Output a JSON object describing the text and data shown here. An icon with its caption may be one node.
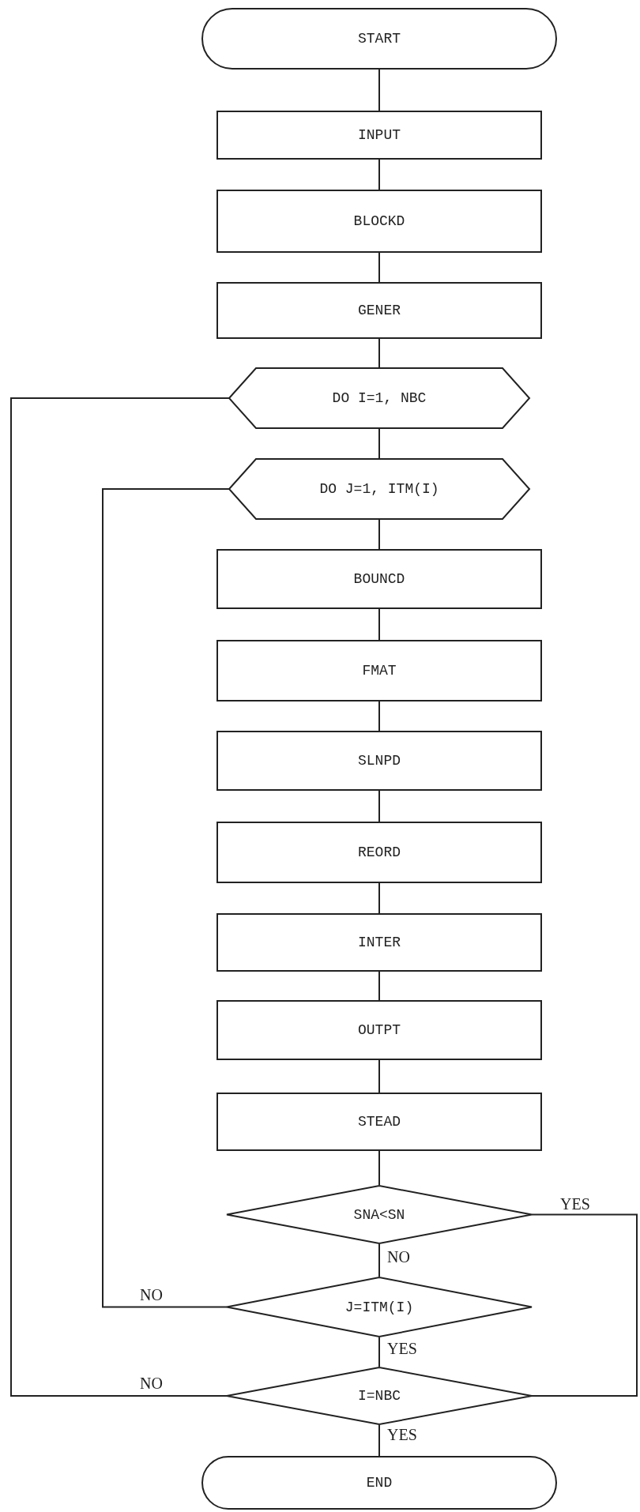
{
  "diagram": {
    "nodes": [
      {
        "text": [
          "START"
        ]
      },
      {
        "text": [
          "INPUT"
        ]
      },
      {
        "text": [
          "BLOCKD"
        ]
      },
      {
        "text": [
          "GENER"
        ]
      },
      {
        "text": [
          "DO I=1, NBC"
        ]
      },
      {
        "text": [
          "DO J=1, ITM(I)"
        ]
      },
      {
        "text": [
          "BOUNCD"
        ]
      },
      {
        "text": [
          "FMAT"
        ]
      },
      {
        "text": [
          "SLNPD"
        ]
      },
      {
        "text": [
          "REORD"
        ]
      },
      {
        "text": [
          "INTER"
        ]
      },
      {
        "text": [
          "OUTPT"
        ]
      },
      {
        "text": [
          "STEAD"
        ]
      },
      {
        "text": [
          "SNA<SN"
        ]
      },
      {
        "text": [
          "J=ITM(I)"
        ]
      },
      {
        "text": [
          "I=NBC"
        ]
      },
      {
        "text": [
          "END"
        ]
      }
    ],
    "edges": [
      {
        "from": 0,
        "to": 1,
        "arrow": "none"
      },
      {
        "from": 1,
        "to": 2,
        "arrow": "none"
      },
      {
        "from": 2,
        "to": 3,
        "arrow": "none"
      },
      {
        "from": 3,
        "to": 4,
        "arrow": "none"
      },
      {
        "from": 4,
        "to": 5,
        "arrow": "none"
      },
      {
        "from": 5,
        "to": 6,
        "arrow": "none"
      },
      {
        "from": 6,
        "to": 7,
        "arrow": "none"
      },
      {
        "from": 7,
        "to": 8,
        "arrow": "none"
      },
      {
        "from": 8,
        "to": 9,
        "arrow": "none"
      },
      {
        "from": 9,
        "to": 10,
        "arrow": "none"
      },
      {
        "from": 10,
        "to": 11,
        "arrow": "none"
      },
      {
        "from": 11,
        "to": 12,
        "arrow": "none"
      },
      {
        "from": 12,
        "to": 13,
        "arrow": "none"
      },
      {
        "from": 13,
        "to": 14,
        "label": "NO",
        "arrow": "none"
      },
      {
        "from": 14,
        "to": 15,
        "label": "YES",
        "arrow": "none"
      },
      {
        "from": 15,
        "to": 16,
        "label": "YES",
        "arrow": "none"
      },
      {
        "from": 14,
        "to": 5,
        "label": "NO",
        "arrow": "none"
      },
      {
        "from": 15,
        "to": 4,
        "label": "NO",
        "arrow": "none"
      },
      {
        "from": 13,
        "to": 15,
        "label": "YES",
        "arrow": "none"
      }
    ]
  }
}
